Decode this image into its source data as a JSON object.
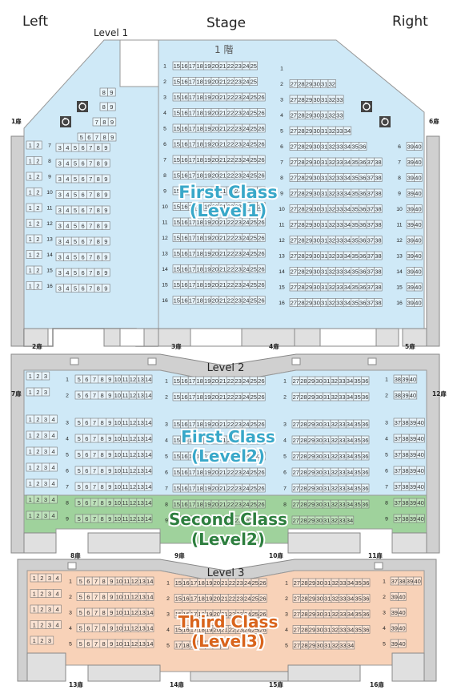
{
  "header": {
    "left": "Left",
    "stage": "Stage",
    "right": "Right"
  },
  "level1": {
    "box_label": "Level 1",
    "floor_label": "1 階",
    "class_line1": "First Class",
    "class_line2": "(Level1)",
    "doors": {
      "d1": "1扉",
      "d2": "2扉",
      "d3": "3扉",
      "d4": "4扉",
      "d5": "5扉",
      "d6": "6扉"
    },
    "accessibility_icons": [
      "wheelchair-icon",
      "wheelchair-icon",
      "wheelchair-icon",
      "wheelchair-icon"
    ]
  },
  "level2": {
    "title": "Level 2",
    "first_line1": "First Class",
    "first_line2": "(Level2)",
    "second_line1": "Second Class",
    "second_line2": "(Level2)",
    "doors": {
      "d7": "7扉",
      "d8": "8扉",
      "d9": "9扉",
      "d10": "10扉",
      "d11": "11扉",
      "d12": "12扉"
    }
  },
  "level3": {
    "title": "Level 3",
    "class_line1": "Third Class",
    "class_line2": "(Level3)",
    "doors": {
      "d13": "13扉",
      "d14": "14扉",
      "d15": "15扉",
      "d16": "16扉"
    }
  },
  "colors": {
    "first_class": "#cfe9f7",
    "second_class": "#9fd29c",
    "third_class": "#f8d2b8",
    "first_text": "#39a8c9",
    "second_text": "#2e7f3f",
    "third_text": "#d9641c"
  },
  "seat_blocks": [
    {
      "id": "L1-left-top",
      "level": 1,
      "seat_labels": [
        "8 9",
        "8 9",
        "7 8 9",
        "5 6 7 8 9"
      ]
    },
    {
      "id": "L1-left-rows",
      "level": 1,
      "row_labels": [
        "7",
        "8",
        "9",
        "10",
        "11",
        "12",
        "13",
        "14",
        "15",
        "16"
      ],
      "seat_labels": [
        "1 2",
        "3 4 5 6 7 8 9"
      ]
    },
    {
      "id": "L1-center",
      "level": 1,
      "row_labels": [
        "1",
        "2",
        "3",
        "4",
        "5",
        "6",
        "7",
        "8",
        "9",
        "10",
        "11",
        "12",
        "13",
        "14",
        "15",
        "16"
      ],
      "seat_labels": [
        "15 16 17 18 19 20 21 22 23 24 25",
        "15 16 17 18 19 20 21 22 23 24 25 26"
      ]
    },
    {
      "id": "L1-right",
      "level": 1,
      "row_labels": [
        "1",
        "2",
        "3",
        "4",
        "5",
        "6",
        "7",
        "8",
        "9",
        "10",
        "11",
        "12",
        "13",
        "14",
        "15",
        "16"
      ],
      "seat_labels": [
        "27 28 29 30 31 32",
        "27 28 29 30 31 32 33",
        "27 28 29 30 31 32 33 34 35 36 37 38",
        "39 40"
      ]
    },
    {
      "id": "L2-rows",
      "level": 2,
      "row_labels": [
        "1",
        "2",
        "3",
        "4",
        "5",
        "6",
        "7",
        "8",
        "9"
      ],
      "seat_labels": [
        "1 2 3",
        "1 2 3 4",
        "5 6 7 8 9 10 11 12 13 14",
        "15 16 17 18 19 20 21 22 23 24 25 26",
        "27 28 29 30 31 32 33 34 35 36",
        "37 38 39 40"
      ]
    },
    {
      "id": "L3-rows",
      "level": 3,
      "row_labels": [
        "1",
        "2",
        "3",
        "4",
        "5"
      ],
      "seat_labels": [
        "1 2 3 4",
        "5 6 7 8 9 10 11 12 13 14",
        "15 16 17 18 19 20 21 22 23 24 25 26",
        "17 18 19 20 21 22 23",
        "27 28 29 30 31 32 33 34 35 36",
        "37 38 39 40"
      ]
    }
  ]
}
